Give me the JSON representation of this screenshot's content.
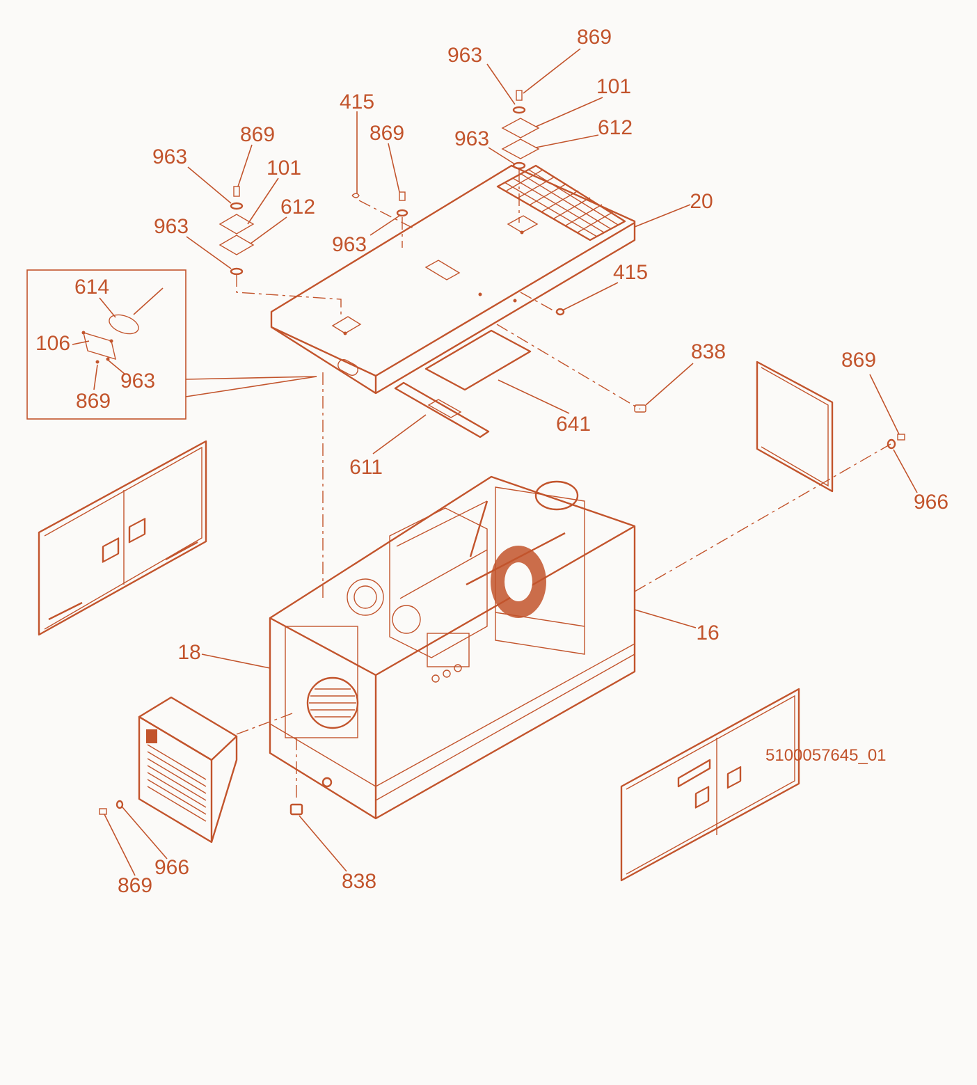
{
  "diagram": {
    "callouts": [
      {
        "id": "c963a",
        "label": "963"
      },
      {
        "id": "c869a",
        "label": "869"
      },
      {
        "id": "c101a",
        "label": "101"
      },
      {
        "id": "c612a",
        "label": "612"
      },
      {
        "id": "c963b",
        "label": "963"
      },
      {
        "id": "c415a",
        "label": "415"
      },
      {
        "id": "c869b",
        "label": "869"
      },
      {
        "id": "c963c",
        "label": "963"
      },
      {
        "id": "c963d",
        "label": "963"
      },
      {
        "id": "c869c",
        "label": "869"
      },
      {
        "id": "c101b",
        "label": "101"
      },
      {
        "id": "c612b",
        "label": "612"
      },
      {
        "id": "c963e",
        "label": "963"
      },
      {
        "id": "c20",
        "label": "20"
      },
      {
        "id": "c415b",
        "label": "415"
      },
      {
        "id": "c838a",
        "label": "838"
      },
      {
        "id": "c641",
        "label": "641"
      },
      {
        "id": "c611",
        "label": "611"
      },
      {
        "id": "c614",
        "label": "614"
      },
      {
        "id": "c106",
        "label": "106"
      },
      {
        "id": "c963f",
        "label": "963"
      },
      {
        "id": "c869d",
        "label": "869"
      },
      {
        "id": "c869e",
        "label": "869"
      },
      {
        "id": "c966a",
        "label": "966"
      },
      {
        "id": "c16",
        "label": "16"
      },
      {
        "id": "c18",
        "label": "18"
      },
      {
        "id": "c966b",
        "label": "966"
      },
      {
        "id": "c869f",
        "label": "869"
      },
      {
        "id": "c838b",
        "label": "838"
      }
    ],
    "document_number": "5100057645_01"
  },
  "colors": {
    "line": "#c2542c",
    "background": "#fbfaf8"
  }
}
